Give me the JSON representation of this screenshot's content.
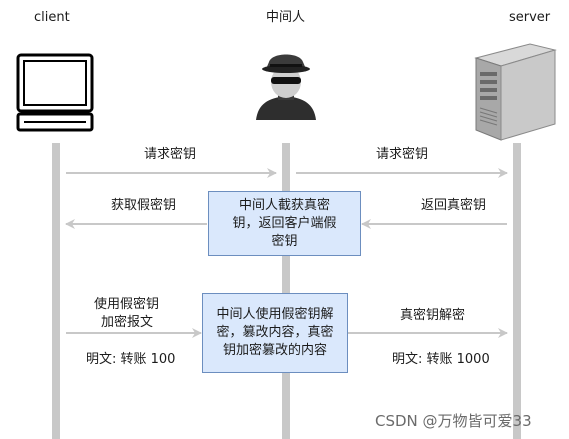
{
  "actors": {
    "client": "client",
    "mitm": "中间人",
    "server": "server"
  },
  "messages": {
    "req_key_left": "请求密钥",
    "req_key_right": "请求密钥",
    "get_fake_key": "获取假密钥",
    "return_real_key": "返回真密钥",
    "use_fake_key_line1": "使用假密钥",
    "use_fake_key_line2": "加密报文",
    "plaintext_client": "明文: 转账 100",
    "real_key_decrypt": "真密钥解密",
    "plaintext_server": "明文: 转账 1000"
  },
  "boxes": {
    "intercept": "中间人截获真密\n钥，返回客户端假\n密钥",
    "tamper": "中间人使用假密钥解\n密，篡改内容，真密\n钥加密篡改的内容"
  },
  "watermark": "CSDN @万物皆可爱33",
  "colors": {
    "lifeline": "#c8c8c8",
    "arrow": "#c8c8c8",
    "box_fill": "#dae8fc",
    "box_border": "#6c8ebf"
  },
  "icons": [
    "monitor-icon",
    "hacker-icon",
    "server-tower-icon"
  ]
}
